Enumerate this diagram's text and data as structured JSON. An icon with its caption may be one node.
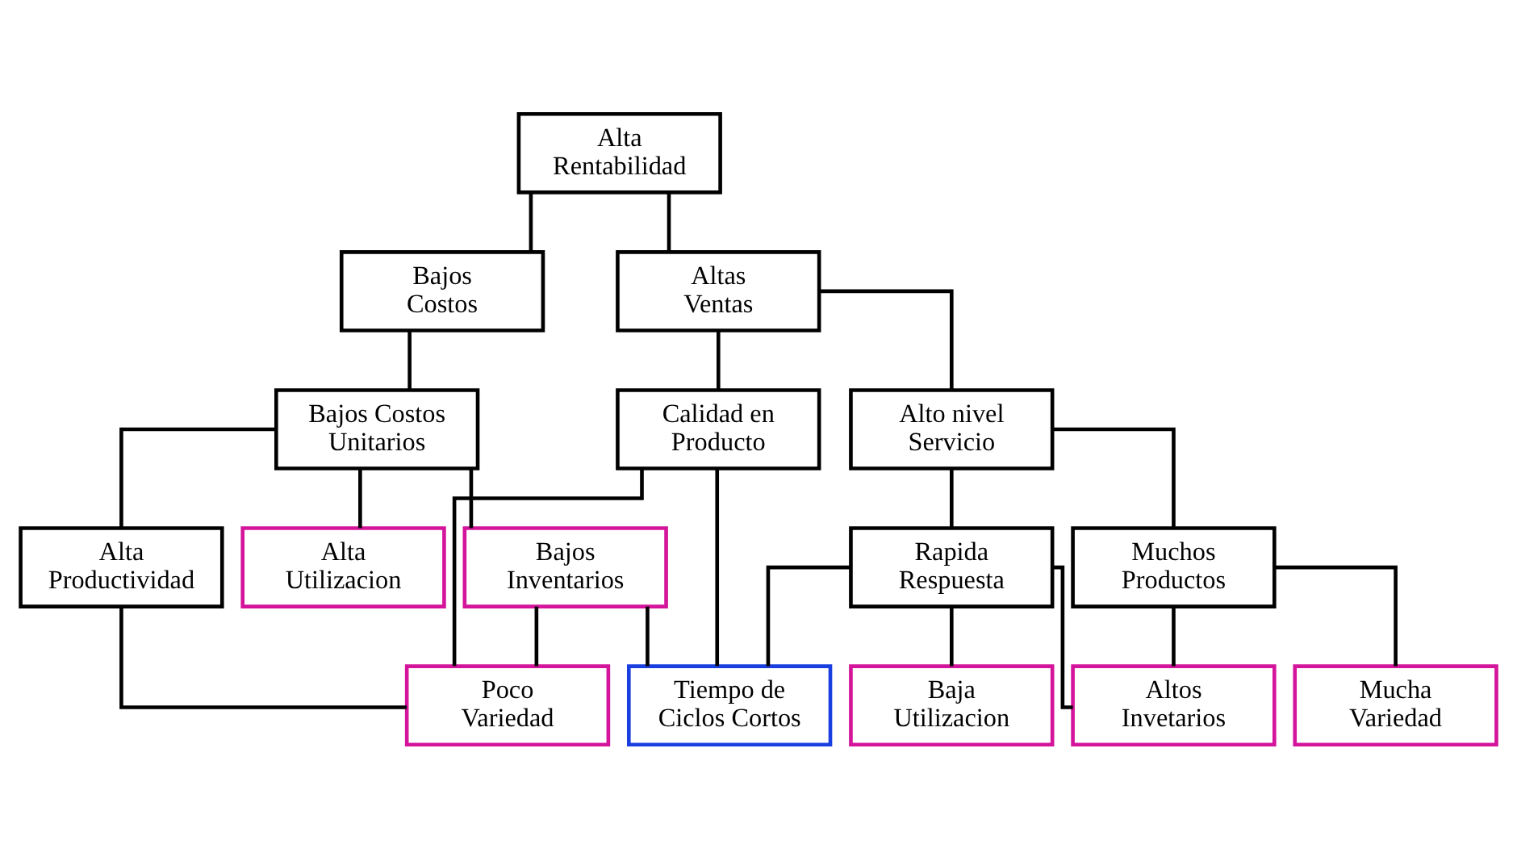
{
  "diagram": {
    "nodes": [
      {
        "text": [
          "Alta Rentabilidad"
        ]
      },
      {
        "text": [
          "Bajos Costos"
        ]
      },
      {
        "text": [
          "Altas Ventas"
        ]
      },
      {
        "text": [
          "Bajos Costos Unitarios"
        ]
      },
      {
        "text": [
          "Calidad en Producto"
        ]
      },
      {
        "text": [
          "Alto nivel Servicio"
        ]
      },
      {
        "text": [
          "Alta Productividad"
        ]
      },
      {
        "text": [
          "Alta Utilizacion"
        ]
      },
      {
        "text": [
          "Bajos Inventarios"
        ]
      },
      {
        "text": [
          "Rapida Respuesta"
        ]
      },
      {
        "text": [
          "Muchos Productos"
        ]
      },
      {
        "text": [
          "Poco Variedad"
        ]
      },
      {
        "text": [
          "Tiempo de Ciclos Cortos"
        ]
      },
      {
        "text": [
          "Baja Utilizacion"
        ]
      },
      {
        "text": [
          "Altos Invetarios"
        ]
      },
      {
        "text": [
          "Mucha Variedad"
        ]
      }
    ],
    "edges": [
      {
        "from": 0,
        "to": 1,
        "arrow": "none"
      },
      {
        "from": 0,
        "to": 2,
        "arrow": "none"
      },
      {
        "from": 1,
        "to": 3,
        "arrow": "none"
      },
      {
        "from": 2,
        "to": 4,
        "arrow": "none"
      },
      {
        "from": 2,
        "to": 5,
        "arrow": "none"
      },
      {
        "from": 3,
        "to": 6,
        "arrow": "none"
      },
      {
        "from": 3,
        "to": 7,
        "arrow": "none"
      },
      {
        "from": 3,
        "to": 8,
        "arrow": "none"
      },
      {
        "from": 5,
        "to": 9,
        "arrow": "none"
      },
      {
        "from": 5,
        "to": 10,
        "arrow": "none"
      },
      {
        "from": 6,
        "to": 11,
        "arrow": "none"
      },
      {
        "from": 8,
        "to": 11,
        "arrow": "none"
      },
      {
        "from": 4,
        "to": 11,
        "arrow": "none"
      },
      {
        "from": 8,
        "to": 12,
        "arrow": "none"
      },
      {
        "from": 4,
        "to": 12,
        "arrow": "none"
      },
      {
        "from": 9,
        "to": 12,
        "arrow": "none"
      },
      {
        "from": 9,
        "to": 13,
        "arrow": "none"
      },
      {
        "from": 9,
        "to": 14,
        "arrow": "none"
      },
      {
        "from": 10,
        "to": 14,
        "arrow": "none"
      },
      {
        "from": 10,
        "to": 15,
        "arrow": "none"
      }
    ]
  }
}
